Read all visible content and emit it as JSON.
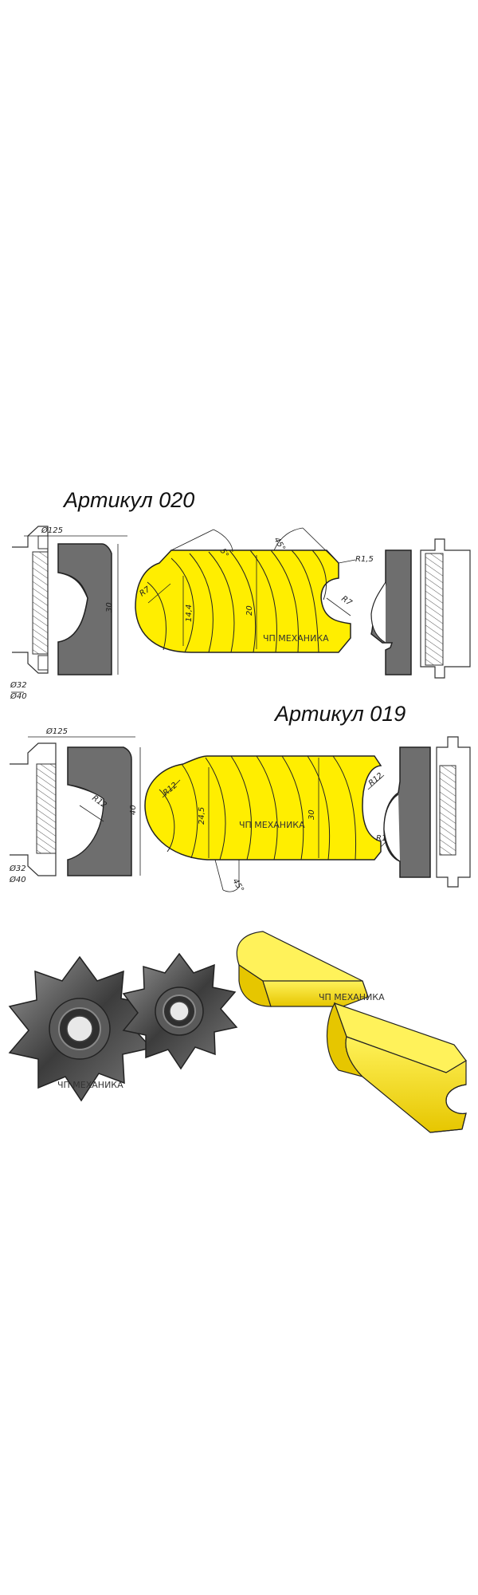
{
  "articles": [
    {
      "title": "Артикул 020",
      "dims": {
        "d125": "Ø125",
        "d32": "Ø32",
        "d40": "Ø40",
        "h30": "30",
        "r7_left": "R7",
        "h14": "14,4",
        "h20": "20",
        "a5": "5°",
        "a45": "45°",
        "r15": "R1,5",
        "r7_right": "R7"
      }
    },
    {
      "title": "Артикул 019",
      "dims": {
        "d125": "Ø125",
        "d32": "Ø32",
        "d40": "Ø40",
        "h40": "40",
        "r12_cutter": "R12",
        "r12_profile": "R12",
        "h245": "24,5",
        "h30": "30",
        "r12_right": "R12",
        "r1": "R1",
        "a45": "45°"
      }
    }
  ],
  "watermark": "ЧП МЕХАНИКА",
  "colors": {
    "wood": "#ffee00",
    "cutter": "#6e6e6e",
    "outline": "#222222"
  }
}
